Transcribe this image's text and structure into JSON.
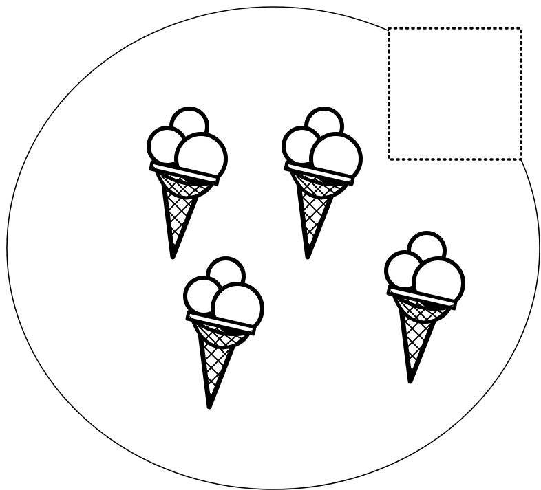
{
  "scene": {
    "background": "#ffffff",
    "stroke_color": "#000000",
    "container_shape": "ellipse",
    "placeholder_box_style": "dotted",
    "icon_name": "ice-cream-cone-icon",
    "item_count": 4
  }
}
